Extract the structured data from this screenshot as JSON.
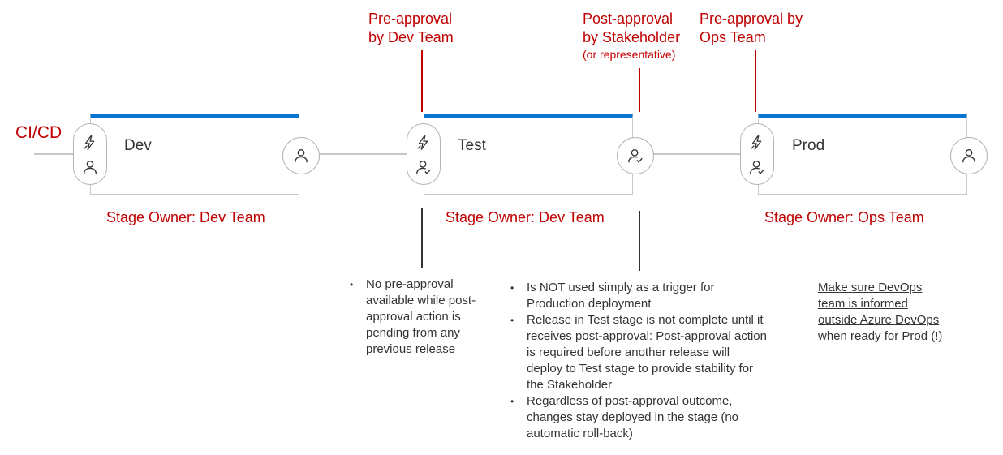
{
  "pipeline": {
    "entry_label": "CI/CD",
    "stages": [
      {
        "name": "Dev",
        "owner": "Stage Owner: Dev Team"
      },
      {
        "name": "Test",
        "owner": "Stage Owner: Dev Team"
      },
      {
        "name": "Prod",
        "owner": "Stage Owner: Ops Team"
      }
    ]
  },
  "callouts": {
    "test_pre": {
      "line1": "Pre-approval",
      "line2": "by Dev Team"
    },
    "test_post": {
      "line1": "Post-approval",
      "line2": "by Stakeholder",
      "note": "(or representative)"
    },
    "prod_pre": {
      "line1": "Pre-approval by",
      "line2": "Ops Team"
    }
  },
  "notes": {
    "pre_approval": [
      "No pre-approval available while post-approval action is pending from any previous release"
    ],
    "post_approval": [
      "Is NOT used simply as a trigger for Production deployment",
      "Release in Test stage is not complete until it receives post-approval: Post-approval action is required before another release will deploy to Test stage to provide stability for the Stakeholder",
      "Regardless of post-approval outcome, changes stay deployed in the stage (no automatic roll-back)"
    ],
    "prod": "Make sure DevOps team is informed outside Azure DevOps when ready for Prod (!)"
  },
  "icons": {
    "trigger": "lightning-icon",
    "pre_approver": "person-icon",
    "approver_check": "person-check-icon",
    "post_approver": "person-icon"
  },
  "colors": {
    "accent": "#c00000",
    "stage_bar": "#0a74d0",
    "connector": "#c8c8c8",
    "text": "#333333"
  }
}
